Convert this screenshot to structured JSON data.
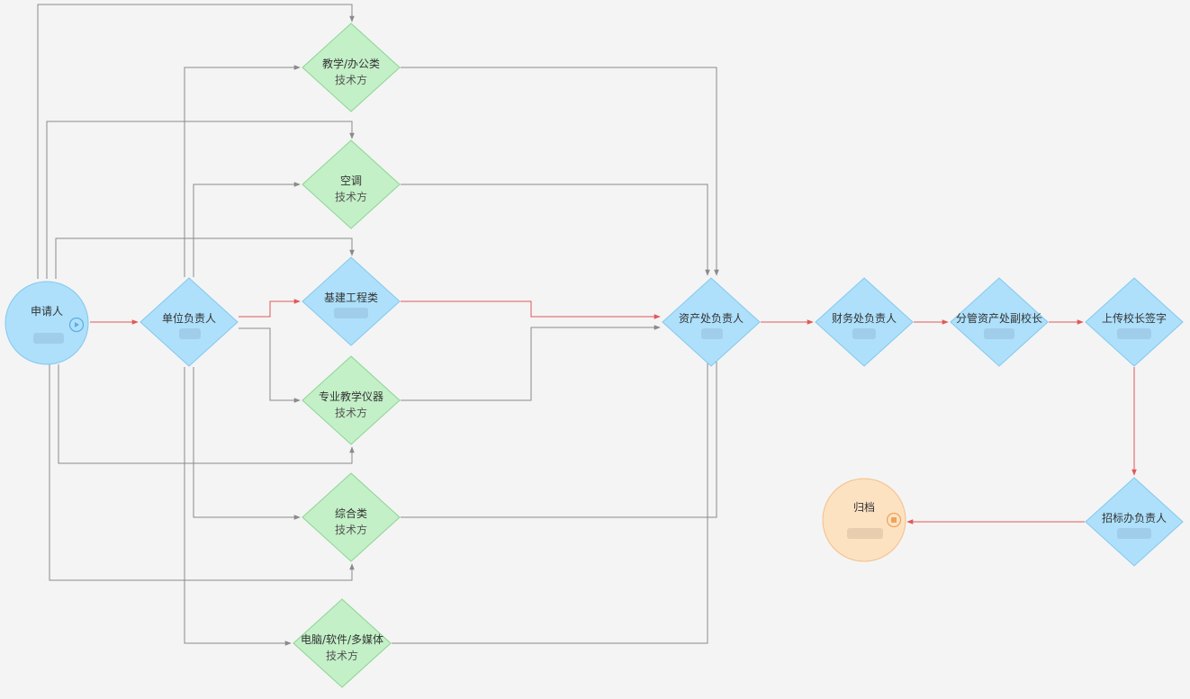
{
  "nodes": {
    "start": {
      "title": "申请人"
    },
    "unit_head": {
      "title": "单位负责人"
    },
    "teaching": {
      "title": "教学/办公类",
      "role": "技术方"
    },
    "ac": {
      "title": "空调",
      "role": "技术方"
    },
    "infra": {
      "title": "基建工程类"
    },
    "instrument": {
      "title": "专业教学仪器",
      "role": "技术方"
    },
    "general": {
      "title": "综合类",
      "role": "技术方"
    },
    "computer": {
      "title": "电脑/软件/多媒体",
      "role": "技术方"
    },
    "asset_head": {
      "title": "资产处负责人"
    },
    "finance_head": {
      "title": "财务处负责人"
    },
    "vp_assets": {
      "title": "分管资产处副校长"
    },
    "upload_sign": {
      "title": "上传校长签字"
    },
    "bidding_head": {
      "title": "招标办负责人"
    },
    "archive": {
      "title": "归档"
    }
  },
  "colors": {
    "blue_fill": "#aee0fb",
    "blue_stroke": "#82c8ee",
    "green_fill": "#c3f0c7",
    "green_stroke": "#8bd492",
    "orange_fill": "#fde2c2",
    "orange_stroke": "#f3bf86",
    "wire_gray": "#8a8a8a",
    "wire_red": "#e05858"
  },
  "icons": {
    "start": "play-icon",
    "end": "stop-icon"
  }
}
